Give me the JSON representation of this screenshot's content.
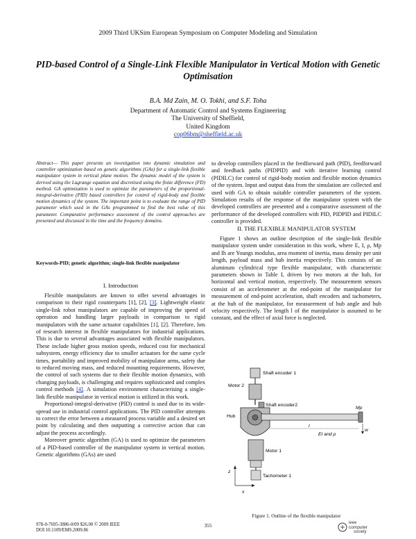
{
  "header": {
    "conference": "2009 Third UKSim European Symposium on Computer Modeling and Simulation"
  },
  "paper": {
    "title": "PID-based Control of a Single-Link Flexible Manipulator in Vertical Motion with Genetic Optimisation",
    "authors": "B.A. Md Zain,  M. O. Tokhi,  and  S.F. Toha",
    "affiliation": [
      "Department of Automatic Control and Systems Engineering",
      "The University of Sheffield,",
      "United Kingdom"
    ],
    "email": "cop06bm@sheffield.ac.uk"
  },
  "abstract": {
    "label": "Abstract—",
    "text": " This paper presents an investigation into dynamic simulation and controller optimization based on genetic algorithms (GAs) for a single-link flexible manipulator system in vertical plane motion. The dynamic model of the system is derived using the Lagrange equation and discretised using the finite difference (FD) method. GA optimization is used to optimize the parameters of the proportional-integral-derivative (PID) based controllers for control of rigid-body and flexible motion dynamics of the system. The important point is to evaluate the range of PID parameter which used in the GAs programmed to find the best value of this parameter. Comparative performance assessment of the control approaches are presented and discussed in the time and the frequency domains."
  },
  "keywords": "Keywords-PID;  genetic  algorithm;  single-link  flexible manipulator",
  "intro": {
    "heading": "I.    Introduction",
    "p1a": "Flexible manipulators are known to offer several advantages in comparison to their rigid counterparts [1], [2], ",
    "p1ref": "[3]",
    "p1b": ". Lightweight elastic single-link robot manipulators are capable of improving the speed of operation and handling larger payloads in comparison to rigid manipulators with the same actuator capabilities [1], [2]. Therefore, lots of research interest in flexible manipulators for industrial applications. This is due to several advantages associated with flexible manipulators. These include higher gross motion speeds, reduced cost for mechanical subsystem, energy efficiency due to smaller actuators for the same cycle times, portability and improved mobility of manipulator arms, safety due to reduced moving mass, and reduced mounting requirements. However, the control of such systems due to their flexible motion dynamics, with changing payloads, is challenging and requires sophisticated and complex control methods ",
    "p1ref2": "[4]",
    "p1c": ". A simulation environment characterising a single-link flexible manipulator in vertical motion is utilized in this work.",
    "p2": "Proportional-integral-derivative (PID) control is used due to its wide-spread use in industrial control applications. The PID controller attempts to correct the error between a measured process variable and a desired set point by calculating and then outputting a corrective action that can adjust the process accordingly.",
    "p3": "Moreover genetic algorithm (GA) is used to optimize the parameters of a PID-based controller of the manipulator system in vertical motion. Genetic algorithms (GAs) are used"
  },
  "right": {
    "p0": "to develop controllers placed in the feedforward path (PID), feedforward and feedback paths (PIDPID) and with iterative learning control (PIDILC) for control of rigid-body motion and flexible motion dynamics of the system. Input and output data from the simulation are collected and used with GA to obtain suitable controller parameters of the system. Simulation results of the response of the manipulator system with the developed controllers are presented and a comparative assessment of the performance of the developed controllers with PID, PIDPID and PIDILC controller is provided.",
    "sec2_heading": "II.    THE FLEXIBLE MANIPULATOR SYSTEM",
    "sec2_p1": "Figure 1 shows an outline description of the single-link flexible manipulator system under consideration in this work, where  E, I, ρ, Mp and Ih  are  Youngs  modulus,  area moment of inertia, mass density per unit length, payload mass and hub inertia respectively. This consists of an aluminum cylindrical type flexible manipulator, with characteristic parameters shown in Table I, driven by two motors at the hub, for horizontal and vertical motion, respectively. The measurement sensors consist of an accelerometer at the end-point of the manipulator for measurement of end-point acceleration, shaft encoders and tachometers, at the hub of the manipulator, for measurement of hub angle and hub velocity respectively. The length l of the manipulator is assumed to be constant, and the effect of axial force is neglected."
  },
  "figure": {
    "labels": {
      "shaft_encoder1": "Shaft encoder 1",
      "motor2": "Motor 2",
      "shaft_encoder2": "Shaft encoder2",
      "hub": "Hub",
      "mp": "Mp",
      "w": "w",
      "l": "l",
      "ei": "EI and ρ",
      "z": "z",
      "x": "x",
      "motor1": "Motor 1",
      "tacho": "Tachometer 1"
    },
    "caption": "Figure 1.    Outline of the flexible manipulator"
  },
  "footer": {
    "isbn": "978-0-7695-3886-0/09 $26.00 © 2009 IEEE",
    "doi": "DOI 10.1109/EMS.2009.86",
    "page": "355",
    "logo_text": "computer society"
  }
}
